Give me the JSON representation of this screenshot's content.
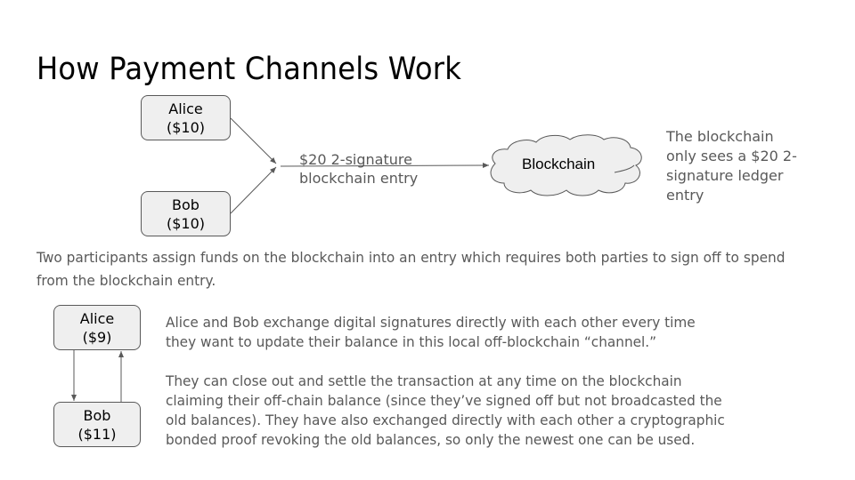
{
  "slide": {
    "title": "How Payment Channels Work"
  },
  "diagram_top": {
    "alice": {
      "name": "Alice",
      "balance": "($10)"
    },
    "bob": {
      "name": "Bob",
      "balance": "($10)"
    },
    "entry_label": [
      "$20 2-signature",
      "blockchain entry"
    ],
    "cloud_label": "Blockchain",
    "side_note": [
      "The blockchain",
      "only sees a $20 2-",
      "signature ledger",
      "entry"
    ]
  },
  "description": "Two participants assign funds on the blockchain into an entry which requires both parties to sign off to spend from the blockchain entry.",
  "diagram_bottom": {
    "alice": {
      "name": "Alice",
      "balance": "($9)"
    },
    "bob": {
      "name": "Bob",
      "balance": "($11)"
    }
  },
  "paragraphs": [
    "Alice and Bob exchange digital signatures directly with each other every time they want to update their balance in this local off-blockchain “channel.”",
    "They can close out and settle the transaction at any time on the blockchain claiming their off-chain balance (since they’ve signed off but not broadcasted the old balances). They have also exchanged directly with each other a cryptographic bonded proof revoking the old balances, so only the newest one can be used."
  ],
  "colors": {
    "box_fill": "#efefef",
    "box_border": "#595959",
    "body_text": "#595959",
    "title_text": "#000000"
  }
}
